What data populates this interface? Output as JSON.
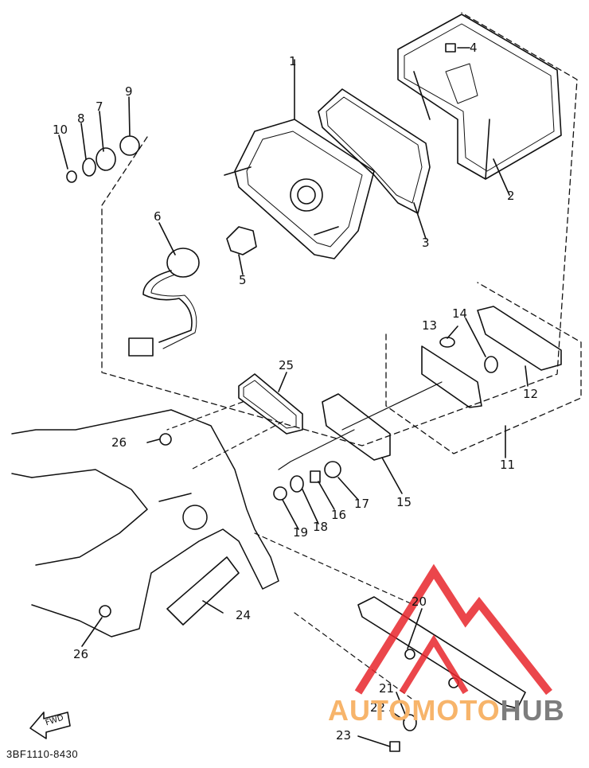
{
  "callouts": [
    "1",
    "2",
    "3",
    "4",
    "5",
    "6",
    "7",
    "8",
    "9",
    "10",
    "11",
    "12",
    "13",
    "14",
    "15",
    "16",
    "17",
    "18",
    "19",
    "20",
    "21",
    "22",
    "23",
    "24",
    "25",
    "26",
    "26"
  ],
  "diagram_code": "3BF1110-8430",
  "fwd_label": "FWD",
  "watermark": {
    "part1": "AUTOMOTO",
    "part2": "HUB"
  },
  "colors": {
    "line": "#111111",
    "watermark_orange": "#f7b46a",
    "watermark_red": "#e8262c",
    "watermark_gray": "#7d7d7d"
  }
}
